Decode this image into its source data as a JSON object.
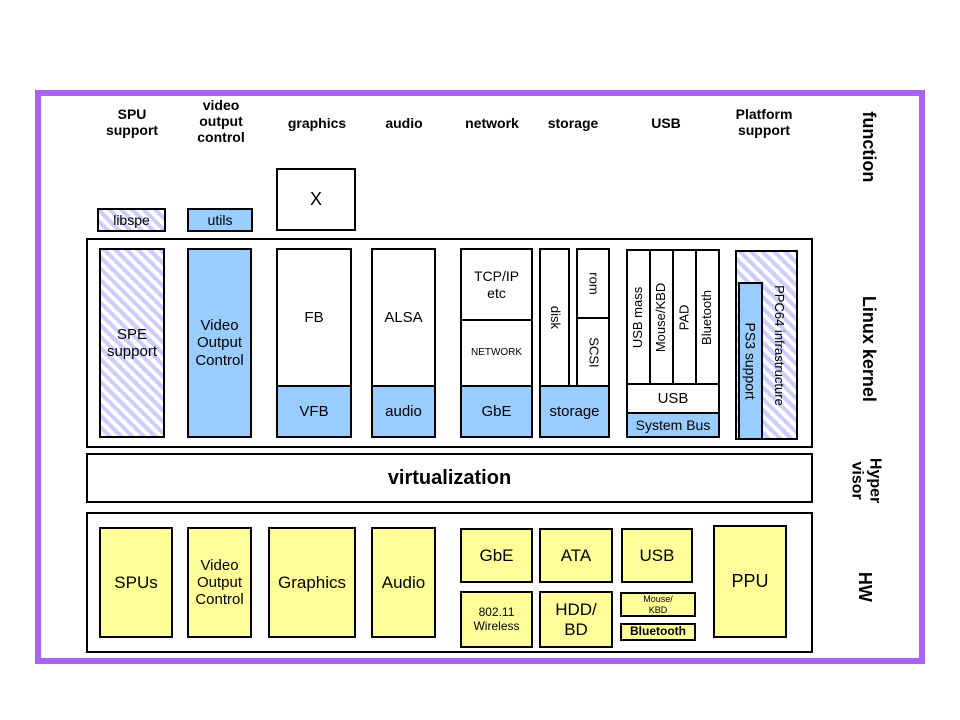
{
  "colors": {
    "accent": "#a763f2",
    "blue": "#99ccff",
    "yellow": "#ffff99",
    "hatch": "#ccccff"
  },
  "side_labels": {
    "function": "function",
    "linux_kernel": "Linux kernel",
    "hypervisor": "Hyper\nvisor",
    "hw": "HW"
  },
  "top_headings": {
    "spu": "SPU\nsupport",
    "video": "video\noutput\ncontrol",
    "graphics": "graphics",
    "audio": "audio",
    "network": "network",
    "storage": "storage",
    "usb": "USB",
    "platform": "Platform\nsupport"
  },
  "userspace": {
    "x": "X",
    "libspe": "libspe",
    "utils": "utils"
  },
  "kernel": {
    "spe_support": "SPE\nsupport",
    "video_output_control": "Video\nOutput\nControl",
    "fb": "FB",
    "vfb": "VFB",
    "alsa": "ALSA",
    "audio": "audio",
    "tcpip": "TCP/IP\netc",
    "network": "NETWORK",
    "gbe": "GbE",
    "disk": "disk",
    "rom": "rom",
    "scsi": "SCSI",
    "storage": "storage",
    "usb_mass": "USB mass",
    "mouse_kbd": "Mouse/KBD",
    "pad": "PAD",
    "bluetooth": "Bluetooth",
    "usb": "USB",
    "system_bus": "System Bus",
    "ps3_support": "PS3 support",
    "ppc64": "PPC64 infrastructure"
  },
  "hypervisor_layer": {
    "virtualization": "virtualization"
  },
  "hw": {
    "spus": "SPUs",
    "video_output_control": "Video\nOutput\nControl",
    "graphics": "Graphics",
    "audio": "Audio",
    "gbe": "GbE",
    "wireless": "802.11\nWireless",
    "ata": "ATA",
    "hdd_bd": "HDD/\nBD",
    "usb": "USB",
    "mouse_kbd": "Mouse/\nKBD",
    "bluetooth": "Bluetooth",
    "ppu": "PPU"
  }
}
